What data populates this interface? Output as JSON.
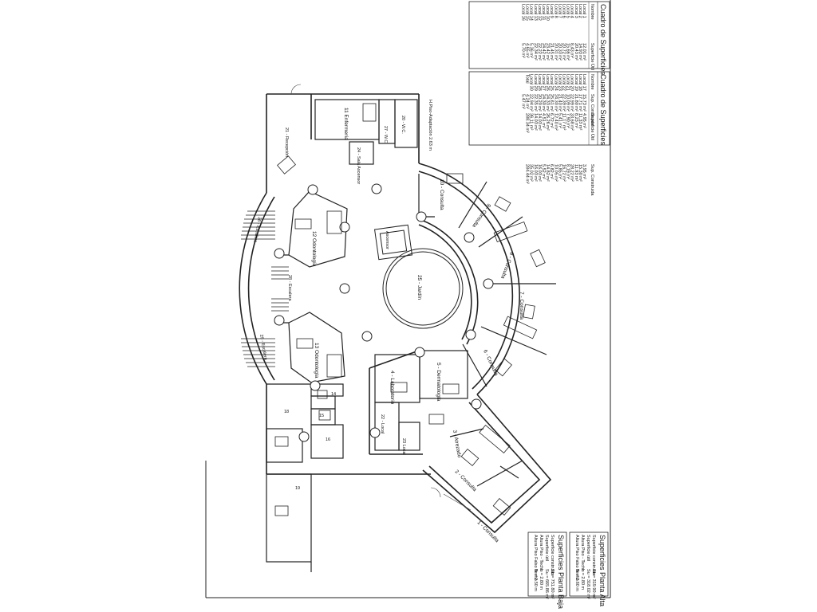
{
  "rooms": {
    "r1": "1 - Consulta",
    "r2": "2 - Consulta",
    "r3": "3 - Atrezado",
    "r4": "4 - Laboratorio",
    "r5": "5 - Dermatología",
    "r6": "6 - Consulta",
    "r7": "7 - Consulta",
    "r8": "8 - Consulta",
    "r9": "9 - Consulta",
    "r10": "10 - Consulta",
    "r11": "11 Enfermería",
    "r12": "12 Odontología",
    "r13": "13 Odontología",
    "r14": "14",
    "r15": "15",
    "r16": "16",
    "r18": "18",
    "r19": "19",
    "r20": "20 - W.C.",
    "r21": "21 - Recepción",
    "r22": "22 - Local",
    "r23": "23 Local",
    "r24": "24 - Sala Ascensor",
    "r25": "25 - Jardín",
    "r26": "26 - Escalera",
    "r27": "27 - W.C.",
    "r28": "28 - Escalera",
    "r29": "29 - Escalera",
    "asc": "Ascensor",
    "stair_note": "H.Piso-Adaptación 2.63 m"
  },
  "table1": {
    "title": "Cuadro de Superficies",
    "headers": [
      "Nombre",
      "Superficie Útil",
      "Sup. Construida"
    ],
    "rows": [
      [
        "Local 1",
        "12.01 m²",
        "15.73 m²"
      ],
      [
        "Local 2",
        "14.93 m²",
        "17.71 m²"
      ],
      [
        "Local 3",
        "20.43 m²",
        "21.80 m²"
      ],
      [
        "Local 4",
        "8.43 m²",
        "22.99 m²"
      ],
      [
        "Local 5",
        "15.66 m²",
        "10.09 m²"
      ],
      [
        "Local 6",
        "20.72 m²",
        "22.39 m²"
      ],
      [
        "Local 7",
        "20.33 m²",
        "21.40 m²"
      ],
      [
        "Local 8",
        "20.31 m²",
        "24.30 m²"
      ],
      [
        "Local 9",
        "21.45 m²",
        "25.61 m²"
      ],
      [
        "Local 10",
        "23.42 m²",
        "24.33 m²"
      ],
      [
        "Local 11",
        "24.42 m²",
        "24.30 m²"
      ],
      [
        "Local 12",
        "22.22 m²",
        "20.20 m²"
      ],
      [
        "Local 13",
        "22.34 m²",
        "22.35 m²"
      ],
      [
        "Local 14",
        "5.36 m²",
        "22.94 m²"
      ],
      [
        "Local 15",
        "4.65 m²",
        "4.24 m²"
      ],
      [
        "Local 16",
        "5.70 m²",
        "5.47 m²"
      ]
    ]
  },
  "table2": {
    "title": "Cuadro de Superficies",
    "headers": [
      "Nombre",
      "Superficie Útil",
      "Sup. Construida"
    ],
    "rows": [
      [
        "Local 17",
        "4.95 m²",
        "3.95 m²"
      ],
      [
        "Local 18",
        "11.33 m²",
        "15.30 m²"
      ],
      [
        "Local 19",
        "8.23 m²",
        "11.93 m²"
      ],
      [
        "Local 20",
        "33.68 m²",
        "28.22 m²"
      ],
      [
        "Local 21",
        "7.90 m²",
        "8.19 m²"
      ],
      [
        "Local 22",
        "11.17 m²",
        "16.72 m²"
      ],
      [
        "Local 23",
        "5.41 m²",
        "5.85 m²"
      ],
      [
        "Local 24",
        "12.40 m²",
        "10.05 m²"
      ],
      [
        "Local 25",
        "6.72 m²",
        "6.82 m²"
      ],
      [
        "Local 26",
        "26.26 m²",
        "14.82 m²"
      ],
      [
        "Local 27",
        "4.51 m²",
        "5.52 m²"
      ],
      [
        "Local 28",
        "14.03 m²",
        "16.03 m²"
      ],
      [
        "Local 29",
        "14.03 m²",
        "16.03 m²"
      ],
      [
        "Local 30",
        "36.11 m²",
        "35.02 m²"
      ],
      [
        "Total",
        "288.34 m²",
        "284.44 m²"
      ]
    ]
  },
  "summary_top": {
    "title": "Superficies Planta Alta",
    "lines": [
      "Superficie construida",
      "Superficie útil",
      "Altura Piso - Techo",
      "Altura Piso Falso Techo"
    ],
    "values": [
      "Sc = 319.90 m²",
      "Su = 318.02 m²",
      "h = 2.80 m",
      "hr = 2.60 m"
    ]
  },
  "summary_bottom": {
    "title": "Superficies Planta Baja",
    "lines": [
      "Superficie construida",
      "Superficie útil",
      "Altura Piso - Techo",
      "Altura Piso Falso Techo"
    ],
    "values": [
      "Sc = 751.80 m²",
      "Su = 665.86 m²",
      "h = 2.80 m",
      "hr = 2.50 m"
    ]
  }
}
